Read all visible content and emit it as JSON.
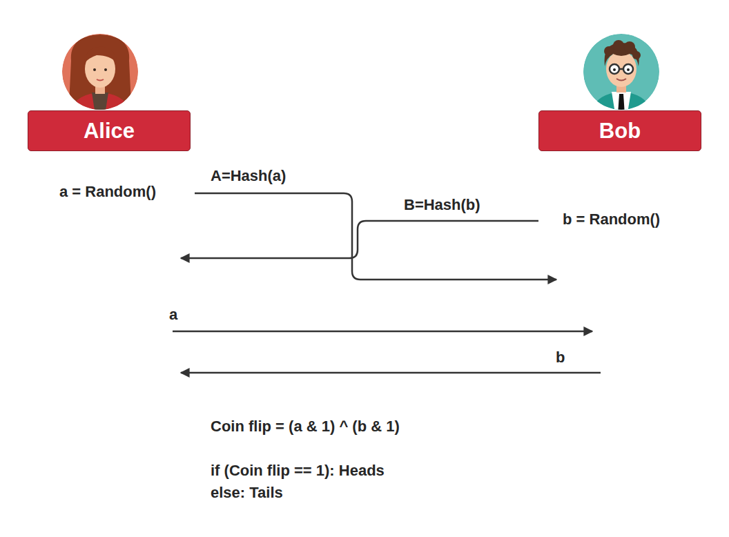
{
  "diagram": {
    "nodes": [
      {
        "text": [
          "Alice"
        ]
      },
      {
        "text": [
          "Bob"
        ]
      }
    ],
    "labels": [
      "a = Random()",
      "A=Hash(a)",
      "B=Hash(b)",
      "b = Random()",
      "a",
      "b",
      "Coin flip = (a & 1) ^ (b & 1)",
      "if (Coin flip == 1): Heads",
      "else: Tails"
    ]
  }
}
